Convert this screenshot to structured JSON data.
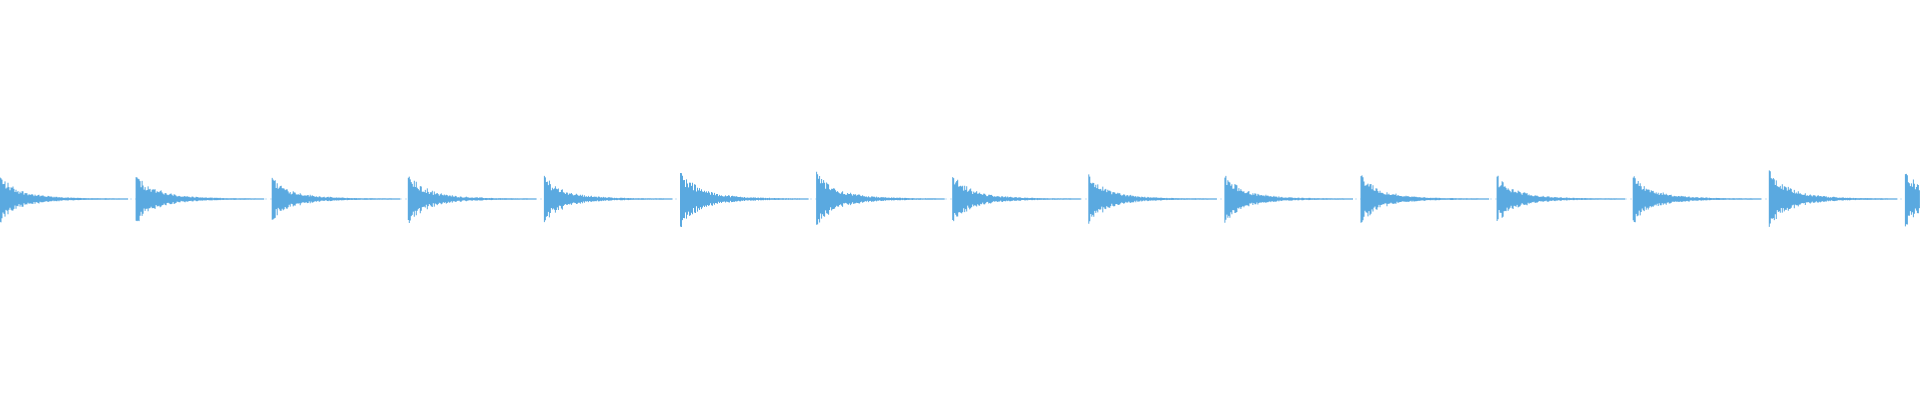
{
  "waveform": {
    "color": "#5aa9e0",
    "background": "#ffffff",
    "hit_count": 15,
    "hits": [
      {
        "index": 1,
        "level": 0.82
      },
      {
        "index": 2,
        "level": 0.9
      },
      {
        "index": 3,
        "level": 0.78
      },
      {
        "index": 4,
        "level": 0.86
      },
      {
        "index": 5,
        "level": 0.82
      },
      {
        "index": 6,
        "level": 1.0
      },
      {
        "index": 7,
        "level": 0.96
      },
      {
        "index": 8,
        "level": 0.82
      },
      {
        "index": 9,
        "level": 0.86
      },
      {
        "index": 10,
        "level": 0.82
      },
      {
        "index": 11,
        "level": 0.86
      },
      {
        "index": 12,
        "level": 0.8
      },
      {
        "index": 13,
        "level": 0.86
      },
      {
        "index": 14,
        "level": 1.0
      },
      {
        "index": 15,
        "level": 0.98
      }
    ]
  }
}
